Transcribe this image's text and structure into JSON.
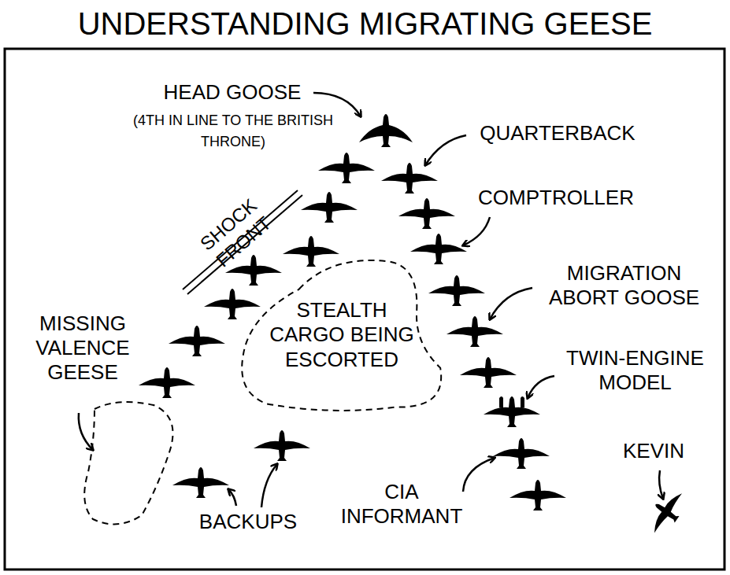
{
  "diagram": {
    "title": "UNDERSTANDING MIGRATING GEESE",
    "nodes": [
      {
        "text": [
          "STEALTH CARGO BEING ESCORTED"
        ]
      }
    ],
    "labels": [
      "HEAD GOOSE",
      "(4TH IN LINE TO THE BRITISH THRONE)",
      "QUARTERBACK",
      "SHOCK FRONT",
      "COMPTROLLER",
      "MIGRATION ABORT GOOSE",
      "MISSING VALENCE GEESE",
      "TWIN-ENGINE MODEL",
      "KEVIN",
      "CIA INFORMANT",
      "BACKUPS"
    ]
  }
}
